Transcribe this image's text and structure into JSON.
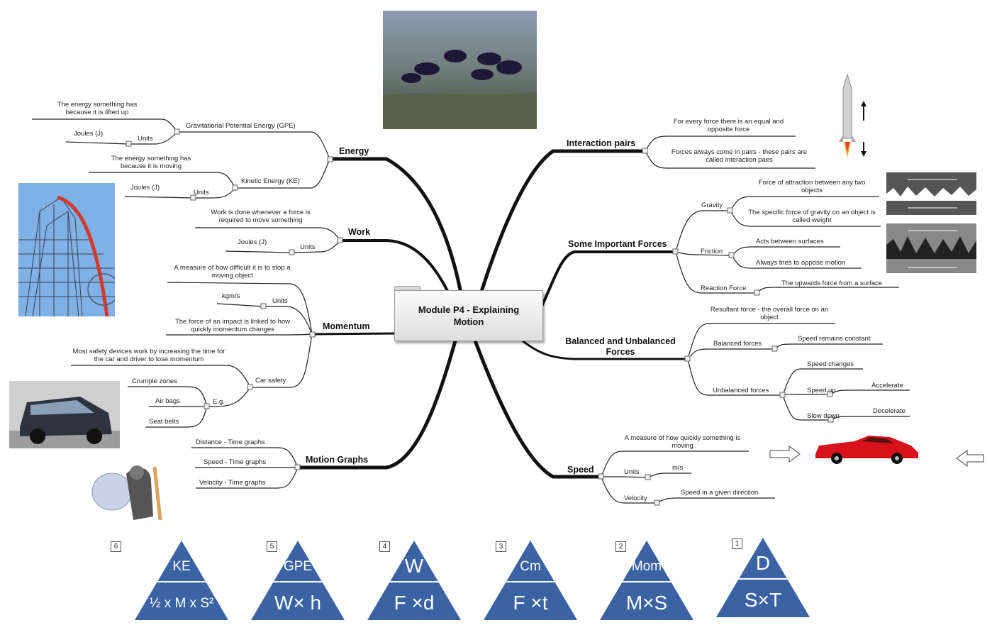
{
  "center": {
    "title": "Module P4 - Explaining Motion"
  },
  "energy": {
    "title": "Energy",
    "gpe": "Gravitational Potential Energy (GPE)",
    "gpe_desc": "The energy something has because it is lifted up",
    "gpe_units_label": "Units",
    "gpe_units_value": "Joules (J)",
    "ke": "Kinetic Energy (KE)",
    "ke_desc": "The energy something has because it is moving",
    "ke_units_label": "Units",
    "ke_units_value": "Joules (J)"
  },
  "work": {
    "title": "Work",
    "desc": "Work is done whenever a force is required to move something",
    "units_label": "Units",
    "units_value": "Joules (J)"
  },
  "momentum": {
    "title": "Momentum",
    "desc": "A measure of how difficult it is to stop a moving object",
    "units_label": "Units",
    "units_value": "kgm/s",
    "impact": "The force of an impact is linked to how quickly momentum changes",
    "car_safety": "Car safety",
    "safety_desc": "Most safety devices work by increasing the time for the car and driver to lose momentum",
    "eg": "E.g.",
    "examples": [
      "Crumple zones",
      "Air bags",
      "Seat belts"
    ]
  },
  "motion_graphs": {
    "title": "Motion Graphs",
    "items": [
      "Distance - Time graphs",
      "Speed - Time graphs",
      "Velocity - Time graphs"
    ]
  },
  "interaction": {
    "title": "Interaction pairs",
    "item1": "For every force there is an equal and opposite force",
    "item2": "Forces always come in pairs - these pairs are called interaction pairs"
  },
  "forces": {
    "title": "Some Important Forces",
    "gravity": "Gravity",
    "gravity_1": "Force of attraction between any two objects",
    "gravity_2": "The specific force of gravity on an object is called weight",
    "friction": "Friction",
    "friction_1": "Acts between surfaces",
    "friction_2": "Always tries to oppose motion",
    "reaction": "Reaction Force",
    "reaction_1": "The upwards force from a surface"
  },
  "balanced": {
    "title": "Balanced and Unbalanced Forces",
    "resultant": "Resultant force - the overall force on an object",
    "balanced": "Balanced forces",
    "balanced_1": "Speed remains constant",
    "unbalanced": "Unbalanced forces",
    "unb_1": "Speed changes",
    "unb_2": "Speed up",
    "unb_2a": "Accelerate",
    "unb_3": "Slow down",
    "unb_3a": "Decelerate"
  },
  "speed": {
    "title": "Speed",
    "desc": "A measure of how quickly something is moving",
    "units_label": "Units",
    "units_value": "m/s",
    "velocity": "Velocity",
    "velocity_desc": "Speed in a given direction"
  },
  "triangles": [
    {
      "num": "6",
      "top": "KE",
      "bottom": "½ x M x S²"
    },
    {
      "num": "5",
      "top": "GPE",
      "bottom": "W× h"
    },
    {
      "num": "4",
      "top": "W",
      "bottom": "F ×d"
    },
    {
      "num": "3",
      "top": "Cm",
      "bottom": "F ×t"
    },
    {
      "num": "2",
      "top": "Mom",
      "bottom": "M×S"
    },
    {
      "num": "1",
      "top": "D",
      "bottom": "S×T"
    }
  ],
  "colors": {
    "triangle": "#3b63a4",
    "branch": "#111111"
  }
}
